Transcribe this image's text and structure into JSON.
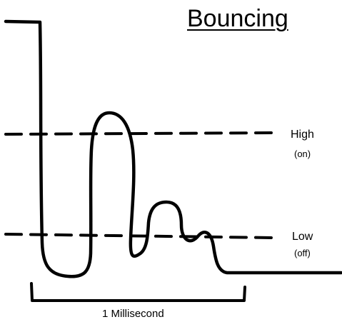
{
  "title": "Bouncing",
  "levels": {
    "high_label": "High",
    "high_state": "(on)",
    "low_label": "Low",
    "low_state": "(off)"
  },
  "duration_label": "1 Millisecond",
  "colors": {
    "ink": "#000000",
    "background": "#ffffff"
  }
}
